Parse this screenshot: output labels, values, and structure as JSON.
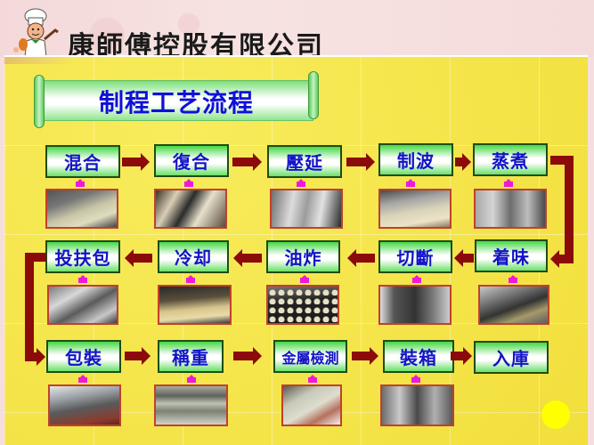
{
  "header": {
    "company_name": "康師傅控股有限公司",
    "mascot": "chef-mascot-icon",
    "background_color": "#f6dede"
  },
  "slide": {
    "title": "制程工艺流程",
    "background_color": "#f5e64a",
    "title_color": "#1010d8",
    "step_text_color": "#1313c8",
    "arrow_color": "#8b0a0a",
    "photo_border_color": "#c0412a",
    "pin_color": "#ee19d8"
  },
  "flow": {
    "row1": [
      {
        "label": "混合",
        "photo": "mixing-machine-photo"
      },
      {
        "label": "復合",
        "photo": "compound-rolling-photo"
      },
      {
        "label": "壓延",
        "photo": "calendering-photo"
      },
      {
        "label": "制波",
        "photo": "waving-machine-photo"
      },
      {
        "label": "蒸煮",
        "photo": "steamer-photo"
      }
    ],
    "row2": [
      {
        "label": "投扶包",
        "photo": "tray-feeding-photo"
      },
      {
        "label": "冷却",
        "photo": "cooling-photo"
      },
      {
        "label": "油炸",
        "photo": "frying-photo"
      },
      {
        "label": "切斷",
        "photo": "cutting-photo"
      },
      {
        "label": "着味",
        "photo": "seasoning-photo"
      }
    ],
    "row3": [
      {
        "label": "包裝",
        "photo": "packaging-photo"
      },
      {
        "label": "稱重",
        "photo": "weighing-photo"
      },
      {
        "label": "金屬檢測",
        "photo": "metal-detector-photo"
      },
      {
        "label": "裝箱",
        "photo": "boxing-photo"
      },
      {
        "label": "入庫",
        "photo": null
      }
    ]
  }
}
